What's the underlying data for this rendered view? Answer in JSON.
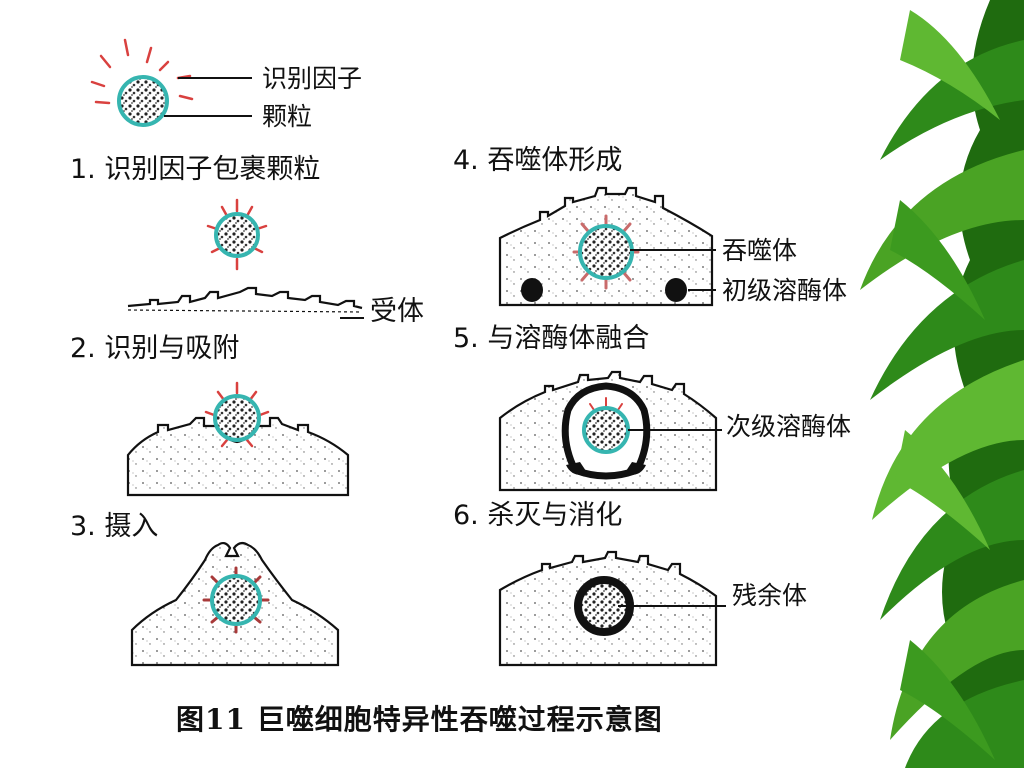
{
  "legend": {
    "factor": "识别因子",
    "particle": "颗粒"
  },
  "steps": [
    {
      "label": "1. 识别因子包裹颗粒"
    },
    {
      "label": "2. 识别与吸附",
      "callout": "受体"
    },
    {
      "label": "3. 摄入"
    },
    {
      "label": "4. 吞噬体形成",
      "callouts": [
        "吞噬体",
        "初级溶酶体"
      ]
    },
    {
      "label": "5. 与溶酶体融合",
      "callout": "次级溶酶体"
    },
    {
      "label": "6. 杀灭与消化",
      "callout": "残余体"
    }
  ],
  "caption": "图11  巨噬细胞特异性吞噬过程示意图",
  "colors": {
    "membrane": "#36b5b0",
    "factor": "#d9413f",
    "leaf_dark": "#1f6b0f",
    "leaf_light": "#5fb832"
  }
}
